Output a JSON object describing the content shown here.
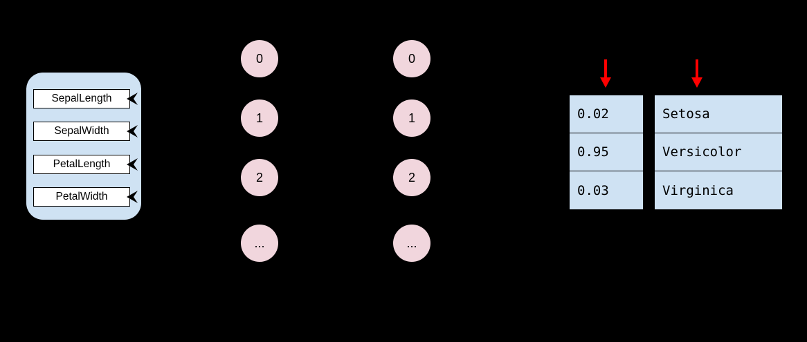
{
  "background": "#000000",
  "input_group": {
    "fill": "#cfe2f3",
    "features": [
      "SepalLength",
      "SepalWidth",
      "PetalLength",
      "PetalWidth"
    ]
  },
  "hidden_layers": {
    "node_fill": "#f1d6dd",
    "layer1": [
      "0",
      "1",
      "2",
      "..."
    ],
    "layer2": [
      "0",
      "1",
      "2",
      "..."
    ]
  },
  "output": {
    "cell_fill": "#cfe2f3",
    "arrow_color": "#ff0000",
    "probabilities": [
      "0.02",
      "0.95",
      "0.03"
    ],
    "classes": [
      "Setosa",
      "Versicolor",
      "Virginica"
    ]
  }
}
